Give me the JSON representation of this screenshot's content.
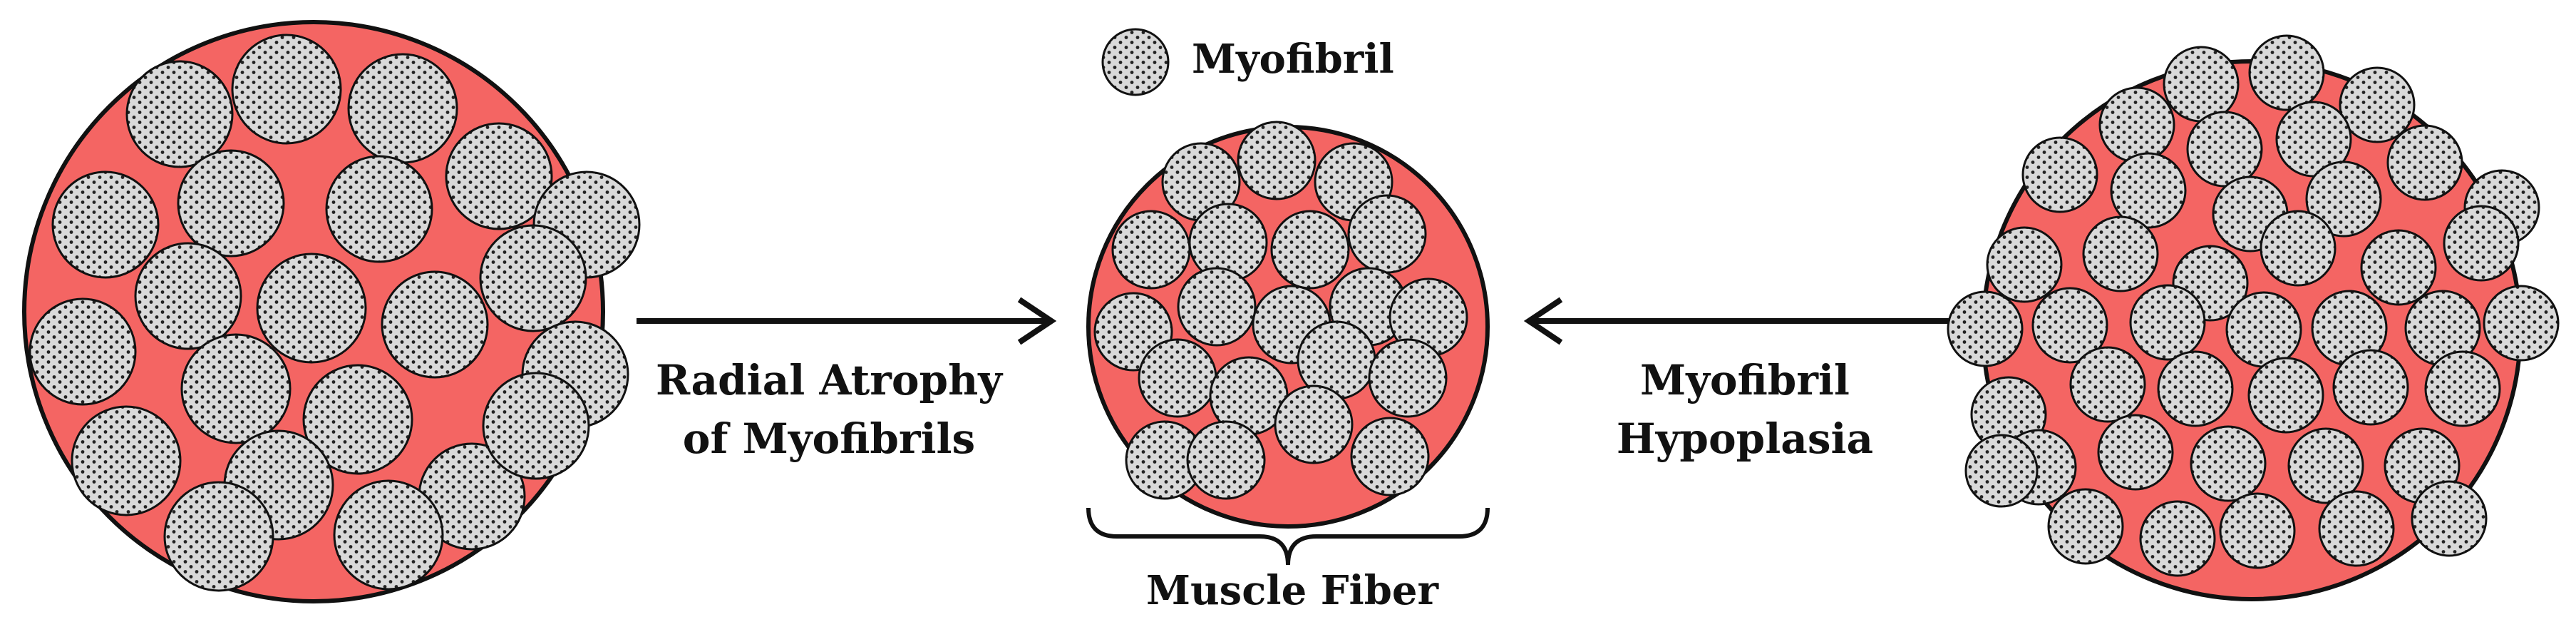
{
  "labels": {
    "legend": "Myofibril",
    "left_arrow_line1": "Radial Atrophy",
    "left_arrow_line2": "of Myofibrils",
    "right_arrow_line1": "Myofibril",
    "right_arrow_line2": "Hypoplasia",
    "brace_label": "Muscle Fiber"
  },
  "colors": {
    "fiber_fill": "#f46563",
    "myofibril_fill": "#d9d9d9",
    "dot": "#222222",
    "outline": "#111111"
  }
}
